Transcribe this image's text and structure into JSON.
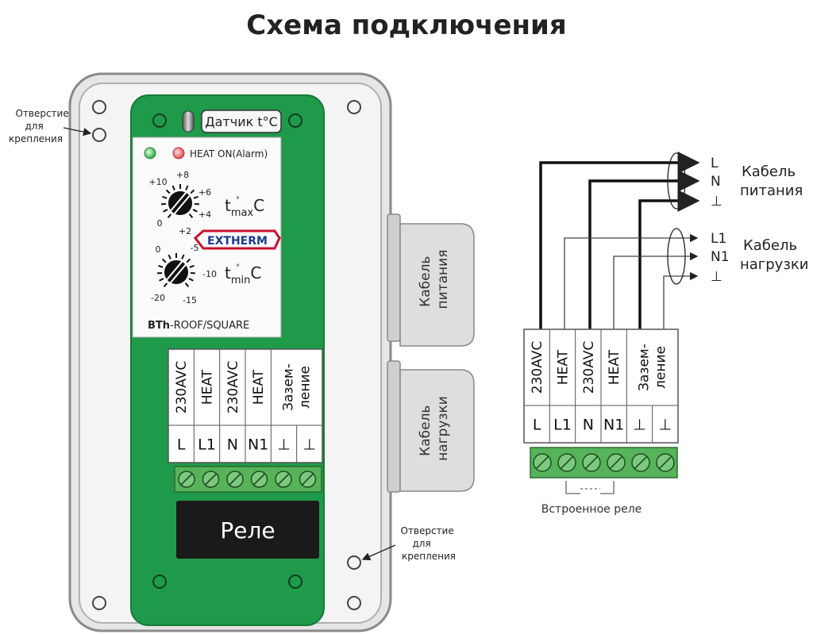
{
  "title": "Схема подключения",
  "labels": {
    "mount_hole_top": [
      "Отверстие",
      "для",
      "крепления"
    ],
    "mount_hole_bottom": [
      "Отверстие",
      "для",
      "крепления"
    ],
    "sensor": "Датчик t°C",
    "heat_on": "HEAT ON(Alarm)",
    "tmax": "t",
    "tmax_sub": "max",
    "tmin_sub": "min",
    "unit_c": "C",
    "brand": "EXTHERM",
    "model_bold": "BTh",
    "model_rest": "-ROOF/SQUARE",
    "relay": "Реле",
    "power_cable_box": [
      "Кабель",
      "питания"
    ],
    "load_cable_box": [
      "Кабель",
      "нагрузки"
    ],
    "builtin_relay": "Встроенное реле",
    "power_cable": [
      "Кабель",
      "питания"
    ],
    "load_cable": [
      "Кабель",
      "нагрузки"
    ]
  },
  "dial_max": {
    "ticks": [
      "+10",
      "+8",
      "+6",
      "+4",
      "+2",
      "0"
    ]
  },
  "dial_min": {
    "ticks": [
      "0",
      "-5",
      "-10",
      "-15",
      "-20"
    ]
  },
  "terminals_left": {
    "headers": [
      "230AVC",
      "HEAT",
      "230AVC",
      "HEAT",
      "Зазем-",
      "ление"
    ],
    "pins": [
      "L",
      "L1",
      "N",
      "N1",
      "⊥",
      "⊥"
    ]
  },
  "terminals_right": {
    "headers": [
      "230AVC",
      "HEAT",
      "230AVC",
      "HEAT",
      "Зазем-",
      "ление"
    ],
    "pins": [
      "L",
      "L1",
      "N",
      "N1",
      "⊥",
      "⊥"
    ]
  },
  "wire_ends": [
    "L",
    "N",
    "⊥",
    "L1",
    "N1",
    "⊥"
  ],
  "colors": {
    "board": "#1f9a4a",
    "board_dark": "#16803b",
    "housing": "#dcdcdc",
    "housing_border": "#8a8a8a",
    "terminal_block": "#5cb85c",
    "relay": "#1a1a1a",
    "brand_red": "#c8102e",
    "brand_blue": "#1b3a8c"
  }
}
